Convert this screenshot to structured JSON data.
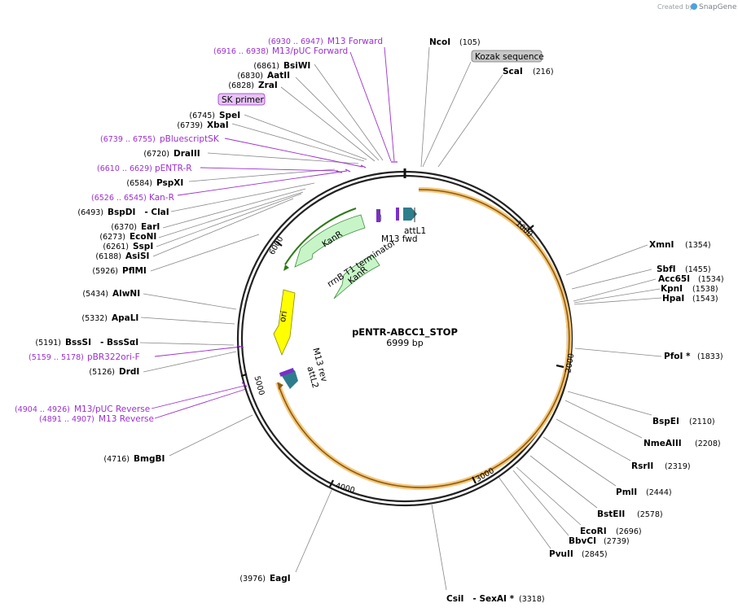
{
  "credit": {
    "created_by": "Created by",
    "brand": "SnapGene"
  },
  "plasmid": {
    "name": "pENTR-ABCC1_STOP",
    "length": "6999 bp"
  },
  "colors": {
    "orf": "#f5a623",
    "primer": "#9b30d0",
    "kanr": "#c8f5c8",
    "ori": "#ffff00",
    "att": "#2e7d8c",
    "label_box": "#c8c8c8",
    "primer_box": "#e6c4f5"
  },
  "ticks": [
    "1000",
    "2000",
    "3000",
    "4000",
    "5000",
    "6000"
  ],
  "features": [
    {
      "label": "KanR"
    },
    {
      "label": "KanR"
    },
    {
      "label": "rrnB T1 terminator"
    },
    {
      "label": "ori"
    },
    {
      "label": "attL1"
    },
    {
      "label": "attL2"
    },
    {
      "label": "M13 fwd"
    },
    {
      "label": "M13 rev"
    }
  ],
  "boxed_labels": [
    {
      "text": "Kozak sequence"
    },
    {
      "text": "SK primer"
    }
  ],
  "enzymes_right": [
    {
      "name": "NcoI",
      "pos": "(105)"
    },
    {
      "name": "ScaI",
      "pos": "(216)"
    },
    {
      "name": "XmnI",
      "pos": "(1354)"
    },
    {
      "name": "SbfI",
      "pos": "(1455)"
    },
    {
      "name": "Acc65I",
      "pos": "(1534)"
    },
    {
      "name": "KpnI",
      "pos": "(1538)"
    },
    {
      "name": "HpaI",
      "pos": "(1543)"
    },
    {
      "name": "PfoI *",
      "pos": "(1833)"
    },
    {
      "name": "BspEI",
      "pos": "(2110)"
    },
    {
      "name": "NmeAIII",
      "pos": "(2208)"
    },
    {
      "name": "RsrII",
      "pos": "(2319)"
    },
    {
      "name": "PmlI",
      "pos": "(2444)"
    },
    {
      "name": "BstEII",
      "pos": "(2578)"
    },
    {
      "name": "EcoRI",
      "pos": "(2696)"
    },
    {
      "name": "BbvCI",
      "pos": "(2739)"
    },
    {
      "name": "PvuII",
      "pos": "(2845)"
    },
    {
      "name": "CsiI   - SexAI *",
      "pos": "(3318)"
    }
  ],
  "enzymes_left": [
    {
      "name": "BsiWI",
      "pos": "(6861)"
    },
    {
      "name": "AatII",
      "pos": "(6830)"
    },
    {
      "name": "ZraI",
      "pos": "(6828)"
    },
    {
      "name": "SpeI",
      "pos": "(6745)"
    },
    {
      "name": "XbaI",
      "pos": "(6739)"
    },
    {
      "name": "DraIII",
      "pos": "(6720)"
    },
    {
      "name": "PspXI",
      "pos": "(6584)"
    },
    {
      "name": "BspDI   - ClaI",
      "pos": "(6493)"
    },
    {
      "name": "EarI",
      "pos": "(6370)"
    },
    {
      "name": "EcoNI",
      "pos": "(6273)"
    },
    {
      "name": "SspI",
      "pos": "(6261)"
    },
    {
      "name": "AsiSI",
      "pos": "(6188)"
    },
    {
      "name": "PflMI",
      "pos": "(5926)"
    },
    {
      "name": "AlwNI",
      "pos": "(5434)"
    },
    {
      "name": "ApaLI",
      "pos": "(5332)"
    },
    {
      "name": "BssSI   - BssSαI",
      "pos": "(5191)"
    },
    {
      "name": "DrdI",
      "pos": "(5126)"
    },
    {
      "name": "BmgBI",
      "pos": "(4716)"
    },
    {
      "name": "EagI",
      "pos": "(3976)"
    }
  ],
  "primers": [
    {
      "range": "(6930 .. 6947)",
      "name": "M13 Forward"
    },
    {
      "range": "(6916 .. 6938)",
      "name": "M13/pUC Forward"
    },
    {
      "range": "(6739 .. 6755)",
      "name": "pBluescriptSK"
    },
    {
      "range": "(6610 .. 6629)",
      "name": "pENTR-R"
    },
    {
      "range": "(6526 .. 6545)",
      "name": "Kan-R"
    },
    {
      "range": "(5159 .. 5178)",
      "name": "pBR322ori-F"
    },
    {
      "range": "(4904 .. 4926)",
      "name": "M13/pUC Reverse"
    },
    {
      "range": "(4891 .. 4907)",
      "name": "M13 Reverse"
    }
  ]
}
